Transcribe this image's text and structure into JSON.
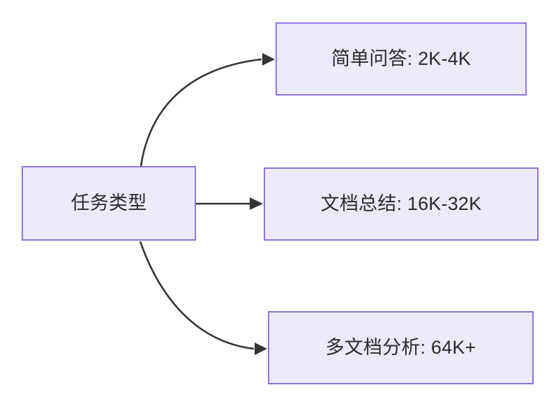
{
  "diagram": {
    "type": "flowchart",
    "orientation": "left-to-right",
    "background_color": "#ffffff",
    "node_fill_color": "#ece9fb",
    "node_border_color": "#9275dd",
    "node_text_color": "#2b2b2b",
    "edge_color": "#333333",
    "nodes": [
      {
        "id": "source",
        "label": "任务类型"
      },
      {
        "id": "simple_qa",
        "label": "简单问答: 2K-4K"
      },
      {
        "id": "doc_summary",
        "label": "文档总结: 16K-32K"
      },
      {
        "id": "multi_doc",
        "label": "多文档分析: 64K+"
      }
    ],
    "edges": [
      {
        "from": "source",
        "to": "simple_qa",
        "label": "",
        "style": "curved-arrow"
      },
      {
        "from": "source",
        "to": "doc_summary",
        "label": "",
        "style": "straight-arrow"
      },
      {
        "from": "source",
        "to": "multi_doc",
        "label": "",
        "style": "curved-arrow"
      }
    ]
  }
}
